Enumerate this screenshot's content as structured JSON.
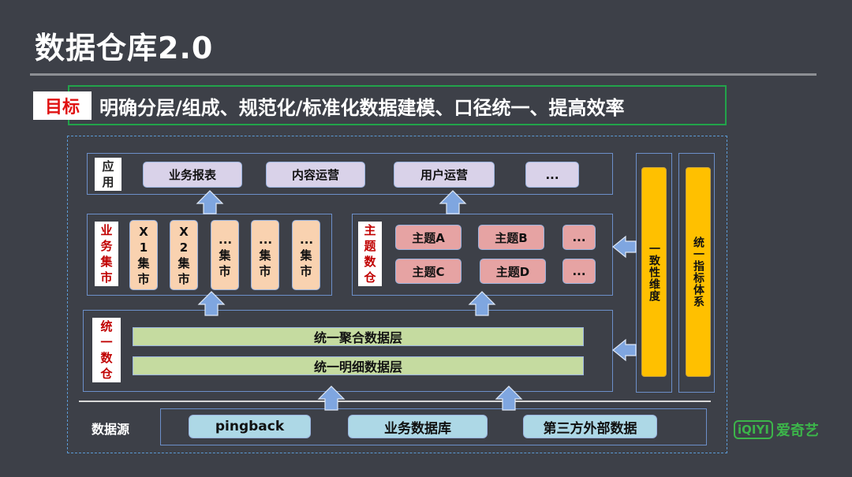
{
  "title": "数据仓库2.0",
  "goal": {
    "tag": "目标",
    "text": "明确分层/组成、规范化/标准化数据建模、口径统一、提高效率"
  },
  "app": {
    "label": "应用",
    "items": [
      "业务报表",
      "内容运营",
      "用户运营",
      "..."
    ]
  },
  "marts": {
    "label": "业务集市",
    "items": [
      "X1集市",
      "X2集市",
      "...集市",
      "...集市",
      "...集市"
    ]
  },
  "topics": {
    "label": "主题数仓",
    "items": [
      "主题A",
      "主题B",
      "...",
      "主题C",
      "主题D",
      "..."
    ]
  },
  "unified": {
    "label": "统一数仓",
    "layers": [
      "统一聚合数据层",
      "统一明细数据层"
    ]
  },
  "side": {
    "dimension": "一致性维度",
    "metrics": "统一指标体系"
  },
  "source": {
    "label": "数据源",
    "items": [
      "pingback",
      "业务数据库",
      "第三方外部数据"
    ]
  },
  "logo": {
    "mark": "iQIYI",
    "text": "爱奇艺",
    "color": "#3cb54a"
  },
  "colors": {
    "goal_tag_text": "#e01212",
    "goal_border": "#22a34a",
    "arrow": "#7fa6e0",
    "side_bar": "#ffc000"
  }
}
